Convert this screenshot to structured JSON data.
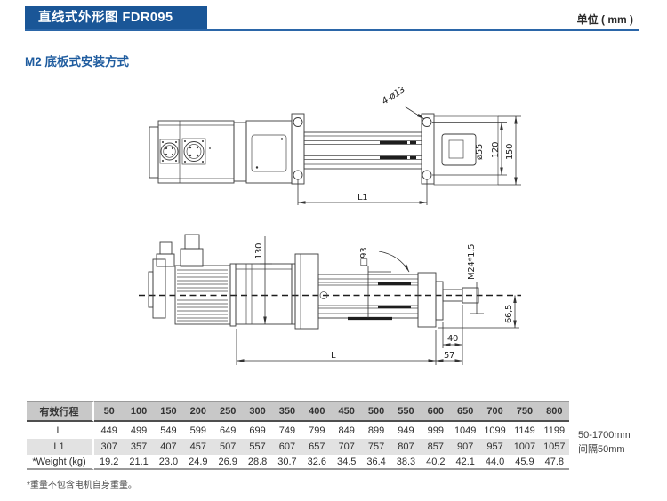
{
  "header": {
    "title": "直线式外形图 FDR095",
    "unit": "单位 ( mm )",
    "subtitle": "M2 底板式安装方式"
  },
  "colors": {
    "accent_blue": "#1a5697",
    "table_header_bg": "#c8c8c8",
    "table_alt_bg": "#e2e2e2"
  },
  "top_view": {
    "labels": {
      "mount_holes": "4-ø13",
      "rod_bore": "ø55",
      "hole_spacing": "120",
      "overall_width": "150",
      "hole_pitch_length": "L1"
    }
  },
  "side_view": {
    "labels": {
      "flange_height": "130",
      "body_square": "□93",
      "rod_thread": "M24*1.5",
      "center_to_bottom": "66,5",
      "step_length": "40",
      "front_length": "57",
      "overall_length": "L"
    }
  },
  "table": {
    "header_col": "有效行程",
    "strokes": [
      "50",
      "100",
      "150",
      "200",
      "250",
      "300",
      "350",
      "400",
      "450",
      "500",
      "550",
      "600",
      "650",
      "700",
      "750",
      "800"
    ],
    "rows": [
      {
        "label": "L",
        "values": [
          "449",
          "499",
          "549",
          "599",
          "649",
          "699",
          "749",
          "799",
          "849",
          "899",
          "949",
          "999",
          "1049",
          "1099",
          "1149",
          "1199"
        ]
      },
      {
        "label": "L1",
        "values": [
          "307",
          "357",
          "407",
          "457",
          "507",
          "557",
          "607",
          "657",
          "707",
          "757",
          "807",
          "857",
          "907",
          "957",
          "1007",
          "1057"
        ]
      },
      {
        "label": "*Weight (kg)",
        "values": [
          "19.2",
          "21.1",
          "23.0",
          "24.9",
          "26.9",
          "28.8",
          "30.7",
          "32.6",
          "34.5",
          "36.4",
          "38.3",
          "40.2",
          "42.1",
          "44.0",
          "45.9",
          "47.8"
        ]
      }
    ],
    "stroke_note": [
      "50-1700mm",
      "间隔50mm"
    ],
    "footnote": "*重量不包含电机自身重量。"
  }
}
